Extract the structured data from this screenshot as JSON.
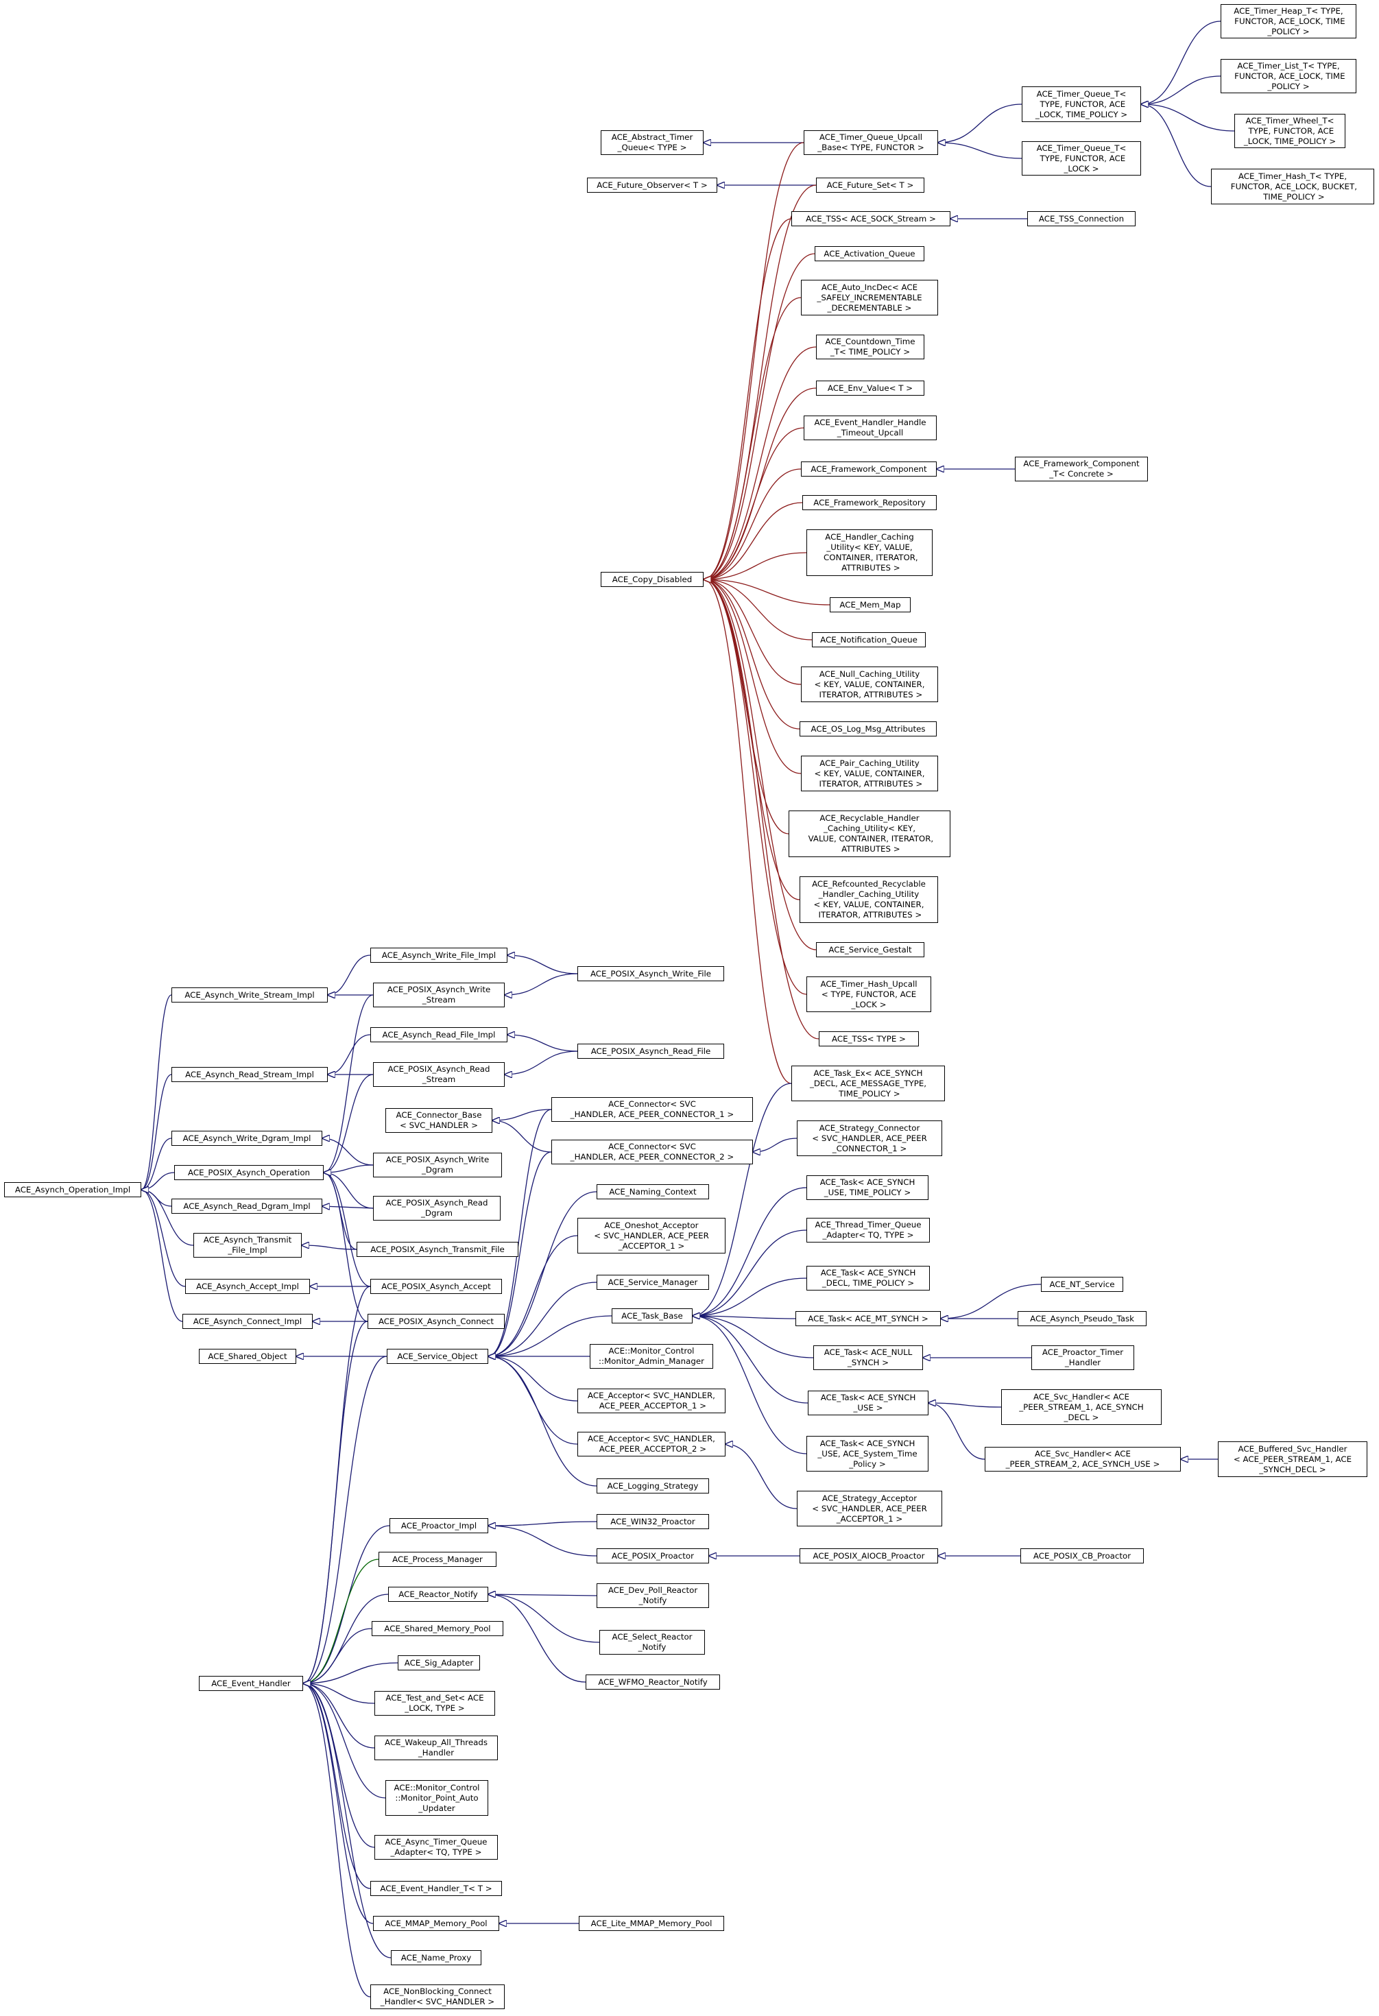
{
  "diagram": {
    "colors": {
      "inherit": "#191970",
      "copy_disabled": "#8b1a1a",
      "protected": "#006400",
      "box_border": "#000000"
    },
    "nodes": [
      {
        "id": "n1",
        "label": "ACE_Timer_Heap_T< TYPE,\n FUNCTOR, ACE_LOCK, TIME\n_POLICY >"
      },
      {
        "id": "n2",
        "label": "ACE_Timer_List_T< TYPE,\n FUNCTOR, ACE_LOCK, TIME\n_POLICY >"
      },
      {
        "id": "n3",
        "label": "ACE_Timer_Wheel_T<\n TYPE, FUNCTOR, ACE\n_LOCK, TIME_POLICY >"
      },
      {
        "id": "n4",
        "label": "ACE_Timer_Hash_T< TYPE,\n FUNCTOR, ACE_LOCK, BUCKET,\n TIME_POLICY >"
      },
      {
        "id": "n5",
        "label": "ACE_Timer_Queue_T<\n TYPE, FUNCTOR, ACE\n_LOCK, TIME_POLICY >"
      },
      {
        "id": "n6",
        "label": "ACE_Timer_Queue_T<\n TYPE, FUNCTOR, ACE\n_LOCK >"
      },
      {
        "id": "n7",
        "label": "ACE_Abstract_Timer\n_Queue< TYPE >"
      },
      {
        "id": "n8",
        "label": "ACE_Timer_Queue_Upcall\n_Base< TYPE, FUNCTOR >"
      },
      {
        "id": "n9",
        "label": "ACE_Future_Observer< T >"
      },
      {
        "id": "n10",
        "label": "ACE_Future_Set< T >"
      },
      {
        "id": "n11",
        "label": "ACE_TSS< ACE_SOCK_Stream >"
      },
      {
        "id": "n12",
        "label": "ACE_TSS_Connection"
      },
      {
        "id": "n13",
        "label": "ACE_Activation_Queue"
      },
      {
        "id": "n14",
        "label": "ACE_Auto_IncDec< ACE\n_SAFELY_INCREMENTABLE\n_DECREMENTABLE >"
      },
      {
        "id": "n15",
        "label": "ACE_Countdown_Time\n_T< TIME_POLICY >"
      },
      {
        "id": "n16",
        "label": "ACE_Env_Value< T >"
      },
      {
        "id": "n17",
        "label": "ACE_Event_Handler_Handle\n_Timeout_Upcall"
      },
      {
        "id": "n18",
        "label": "ACE_Framework_Component"
      },
      {
        "id": "n19",
        "label": "ACE_Framework_Component\n_T< Concrete >"
      },
      {
        "id": "n20",
        "label": "ACE_Framework_Repository"
      },
      {
        "id": "n21",
        "label": "ACE_Handler_Caching\n_Utility< KEY, VALUE,\n CONTAINER, ITERATOR,\n ATTRIBUTES >"
      },
      {
        "id": "n22",
        "label": "ACE_Copy_Disabled"
      },
      {
        "id": "n23",
        "label": "ACE_Mem_Map"
      },
      {
        "id": "n24",
        "label": "ACE_Notification_Queue"
      },
      {
        "id": "n25",
        "label": "ACE_Null_Caching_Utility\n< KEY, VALUE, CONTAINER,\n ITERATOR, ATTRIBUTES >"
      },
      {
        "id": "n26",
        "label": "ACE_OS_Log_Msg_Attributes"
      },
      {
        "id": "n27",
        "label": "ACE_Pair_Caching_Utility\n< KEY, VALUE, CONTAINER,\n ITERATOR, ATTRIBUTES >"
      },
      {
        "id": "n28",
        "label": "ACE_Recyclable_Handler\n_Caching_Utility< KEY,\n VALUE, CONTAINER, ITERATOR,\n ATTRIBUTES >"
      },
      {
        "id": "n29",
        "label": "ACE_Refcounted_Recyclable\n_Handler_Caching_Utility\n< KEY, VALUE, CONTAINER,\n ITERATOR, ATTRIBUTES >"
      },
      {
        "id": "n30",
        "label": "ACE_Service_Gestalt"
      },
      {
        "id": "n31",
        "label": "ACE_Timer_Hash_Upcall\n< TYPE, FUNCTOR, ACE\n_LOCK >"
      },
      {
        "id": "n32",
        "label": "ACE_TSS< TYPE >"
      },
      {
        "id": "n33",
        "label": "ACE_Asynch_Write_File_Impl"
      },
      {
        "id": "n34",
        "label": "ACE_Asynch_Write_Stream_Impl"
      },
      {
        "id": "n35",
        "label": "ACE_POSIX_Asynch_Write\n_Stream"
      },
      {
        "id": "n36",
        "label": "ACE_POSIX_Asynch_Write_File"
      },
      {
        "id": "n37",
        "label": "ACE_Asynch_Read_File_Impl"
      },
      {
        "id": "n38",
        "label": "ACE_Asynch_Read_Stream_Impl"
      },
      {
        "id": "n39",
        "label": "ACE_POSIX_Asynch_Read\n_Stream"
      },
      {
        "id": "n40",
        "label": "ACE_POSIX_Asynch_Read_File"
      },
      {
        "id": "n41",
        "label": "ACE_Task_Ex< ACE_SYNCH\n_DECL, ACE_MESSAGE_TYPE,\n TIME_POLICY >"
      },
      {
        "id": "n42",
        "label": "ACE_Connector_Base\n< SVC_HANDLER >"
      },
      {
        "id": "n43",
        "label": "ACE_Connector< SVC\n_HANDLER, ACE_PEER_CONNECTOR_1 >"
      },
      {
        "id": "n44",
        "label": "ACE_Asynch_Write_Dgram_Impl"
      },
      {
        "id": "n45",
        "label": "ACE_Connector< SVC\n_HANDLER, ACE_PEER_CONNECTOR_2 >"
      },
      {
        "id": "n46",
        "label": "ACE_Strategy_Connector\n< SVC_HANDLER, ACE_PEER\n_CONNECTOR_1 >"
      },
      {
        "id": "n47",
        "label": "ACE_POSIX_Asynch_Operation"
      },
      {
        "id": "n48",
        "label": "ACE_POSIX_Asynch_Write\n_Dgram"
      },
      {
        "id": "n49",
        "label": "ACE_Asynch_Operation_Impl"
      },
      {
        "id": "n50",
        "label": "ACE_Naming_Context"
      },
      {
        "id": "n51",
        "label": "ACE_Task< ACE_SYNCH\n_USE, TIME_POLICY >"
      },
      {
        "id": "n52",
        "label": "ACE_Asynch_Read_Dgram_Impl"
      },
      {
        "id": "n53",
        "label": "ACE_POSIX_Asynch_Read\n_Dgram"
      },
      {
        "id": "n54",
        "label": "ACE_Oneshot_Acceptor\n< SVC_HANDLER, ACE_PEER\n_ACCEPTOR_1 >"
      },
      {
        "id": "n55",
        "label": "ACE_Thread_Timer_Queue\n_Adapter< TQ, TYPE >"
      },
      {
        "id": "n56",
        "label": "ACE_Asynch_Transmit\n_File_Impl"
      },
      {
        "id": "n57",
        "label": "ACE_POSIX_Asynch_Transmit_File"
      },
      {
        "id": "n58",
        "label": "ACE_Task< ACE_SYNCH\n_DECL, TIME_POLICY >"
      },
      {
        "id": "n59",
        "label": "ACE_Service_Manager"
      },
      {
        "id": "n60",
        "label": "ACE_NT_Service"
      },
      {
        "id": "n61",
        "label": "ACE_Asynch_Accept_Impl"
      },
      {
        "id": "n62",
        "label": "ACE_POSIX_Asynch_Accept"
      },
      {
        "id": "n63",
        "label": "ACE_Task_Base"
      },
      {
        "id": "n64",
        "label": "ACE_Task< ACE_MT_SYNCH >"
      },
      {
        "id": "n65",
        "label": "ACE_Asynch_Pseudo_Task"
      },
      {
        "id": "n66",
        "label": "ACE_Asynch_Connect_Impl"
      },
      {
        "id": "n67",
        "label": "ACE_POSIX_Asynch_Connect"
      },
      {
        "id": "n68",
        "label": "ACE::Monitor_Control\n::Monitor_Admin_Manager"
      },
      {
        "id": "n69",
        "label": "ACE_Task< ACE_NULL\n_SYNCH >"
      },
      {
        "id": "n70",
        "label": "ACE_Proactor_Timer\n_Handler"
      },
      {
        "id": "n71",
        "label": "ACE_Shared_Object"
      },
      {
        "id": "n72",
        "label": "ACE_Service_Object"
      },
      {
        "id": "n73",
        "label": "ACE_Acceptor< SVC_HANDLER,\n ACE_PEER_ACCEPTOR_1 >"
      },
      {
        "id": "n74",
        "label": "ACE_Task< ACE_SYNCH\n_USE >"
      },
      {
        "id": "n75",
        "label": "ACE_Svc_Handler< ACE\n_PEER_STREAM_1, ACE_SYNCH\n_DECL >"
      },
      {
        "id": "n76",
        "label": "ACE_Acceptor< SVC_HANDLER,\n ACE_PEER_ACCEPTOR_2 >"
      },
      {
        "id": "n77",
        "label": "ACE_Task< ACE_SYNCH\n_USE, ACE_System_Time\n_Policy >"
      },
      {
        "id": "n78",
        "label": "ACE_Svc_Handler< ACE\n_PEER_STREAM_2, ACE_SYNCH_USE >"
      },
      {
        "id": "n79",
        "label": "ACE_Buffered_Svc_Handler\n< ACE_PEER_STREAM_1, ACE\n_SYNCH_DECL >"
      },
      {
        "id": "n80",
        "label": "ACE_Logging_Strategy"
      },
      {
        "id": "n81",
        "label": "ACE_Strategy_Acceptor\n< SVC_HANDLER, ACE_PEER\n_ACCEPTOR_1 >"
      },
      {
        "id": "n82",
        "label": "ACE_Proactor_Impl"
      },
      {
        "id": "n83",
        "label": "ACE_WIN32_Proactor"
      },
      {
        "id": "n84",
        "label": "ACE_POSIX_Proactor"
      },
      {
        "id": "n85",
        "label": "ACE_POSIX_AIOCB_Proactor"
      },
      {
        "id": "n86",
        "label": "ACE_POSIX_CB_Proactor"
      },
      {
        "id": "n87",
        "label": "ACE_Process_Manager"
      },
      {
        "id": "n88",
        "label": "ACE_Reactor_Notify"
      },
      {
        "id": "n89",
        "label": "ACE_Dev_Poll_Reactor\n_Notify"
      },
      {
        "id": "n90",
        "label": "ACE_Shared_Memory_Pool"
      },
      {
        "id": "n91",
        "label": "ACE_Select_Reactor\n_Notify"
      },
      {
        "id": "n92",
        "label": "ACE_Sig_Adapter"
      },
      {
        "id": "n93",
        "label": "ACE_WFMO_Reactor_Notify"
      },
      {
        "id": "n94",
        "label": "ACE_Event_Handler"
      },
      {
        "id": "n95",
        "label": "ACE_Test_and_Set< ACE\n_LOCK, TYPE >"
      },
      {
        "id": "n96",
        "label": "ACE_Wakeup_All_Threads\n_Handler"
      },
      {
        "id": "n97",
        "label": "ACE::Monitor_Control\n::Monitor_Point_Auto\n_Updater"
      },
      {
        "id": "n98",
        "label": "ACE_Async_Timer_Queue\n_Adapter< TQ, TYPE >"
      },
      {
        "id": "n99",
        "label": "ACE_Event_Handler_T< T >"
      },
      {
        "id": "n100",
        "label": "ACE_MMAP_Memory_Pool"
      },
      {
        "id": "n101",
        "label": "ACE_Lite_MMAP_Memory_Pool"
      },
      {
        "id": "n102",
        "label": "ACE_Name_Proxy"
      },
      {
        "id": "n103",
        "label": "ACE_NonBlocking_Connect\n_Handler< SVC_HANDLER >"
      }
    ]
  }
}
